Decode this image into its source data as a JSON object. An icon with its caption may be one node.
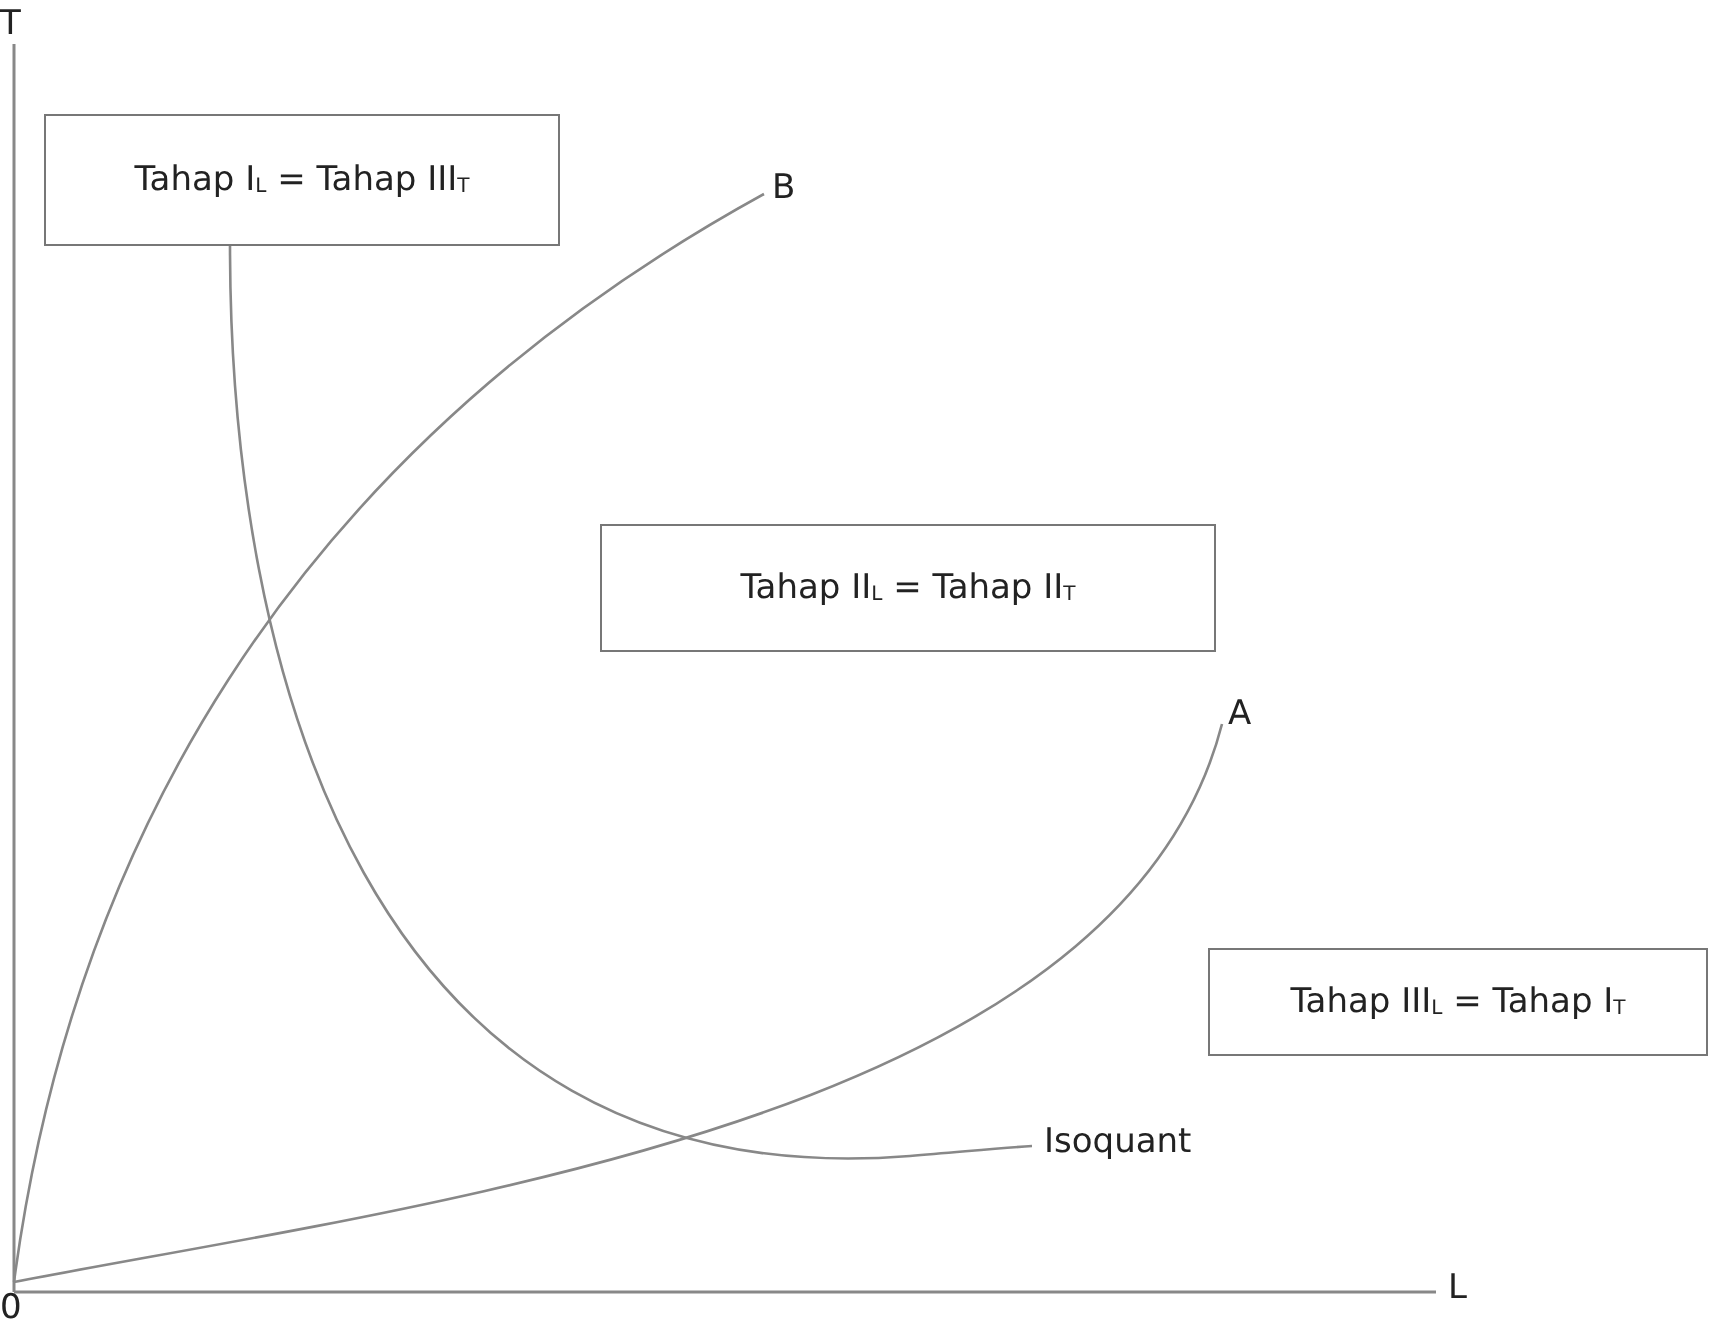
{
  "diagram": {
    "nodes": [
      {
        "text": [
          "Tahap I$_{L}$ = Tahap III$_{T}$"
        ]
      },
      {
        "text": [
          "Tahap II$_{L}$ = Tahap II$_{T}$"
        ]
      },
      {
        "text": [
          "Tahap III$_{L}$ = Tahap I$_{T}$"
        ]
      }
    ],
    "edges": [],
    "labels": [
      "T",
      "B",
      "A",
      "Isoquant",
      "0",
      "L"
    ]
  }
}
